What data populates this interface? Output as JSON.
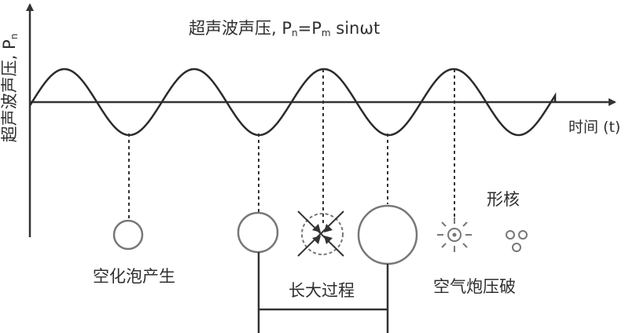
{
  "diagram": {
    "equation": {
      "prefix": "超声波声压, P",
      "sub1": "n",
      "mid": "=P",
      "sub2": "m",
      "suffix": " sinωt"
    },
    "y_axis": {
      "text": "超声波声压, P",
      "sub": "n"
    },
    "x_axis": {
      "text": "时间 (t)"
    },
    "stages": {
      "cavitation": "空化泡产生",
      "growth": "长大过程",
      "collapse": "空气炮压破",
      "nucleation": "形核"
    }
  }
}
